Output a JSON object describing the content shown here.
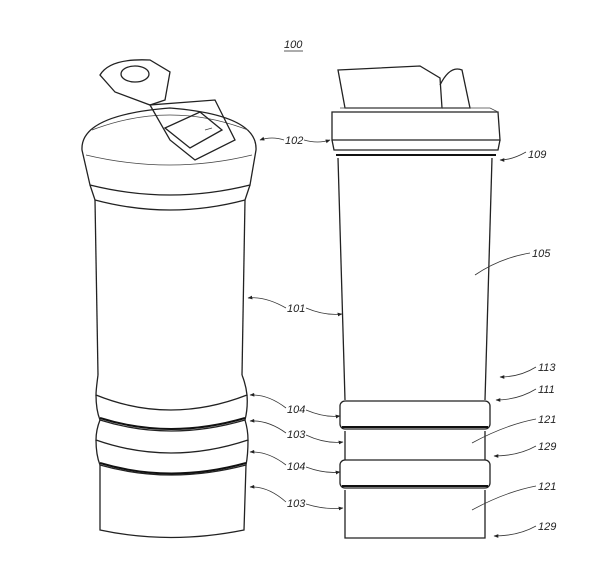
{
  "figure_number": "100",
  "reference_labels": {
    "lid_ring": "102",
    "lid_top_edge": "109",
    "body": "105",
    "container_body": "101",
    "lower_section": "113",
    "body_bottom": "111",
    "ring_upper": "104",
    "compartment_upper": "121",
    "container_upper": "103",
    "compartment_upper_bottom": "129",
    "ring_lower": "104",
    "compartment_lower": "121",
    "container_lower": "103",
    "compartment_lower_bottom": "129"
  }
}
